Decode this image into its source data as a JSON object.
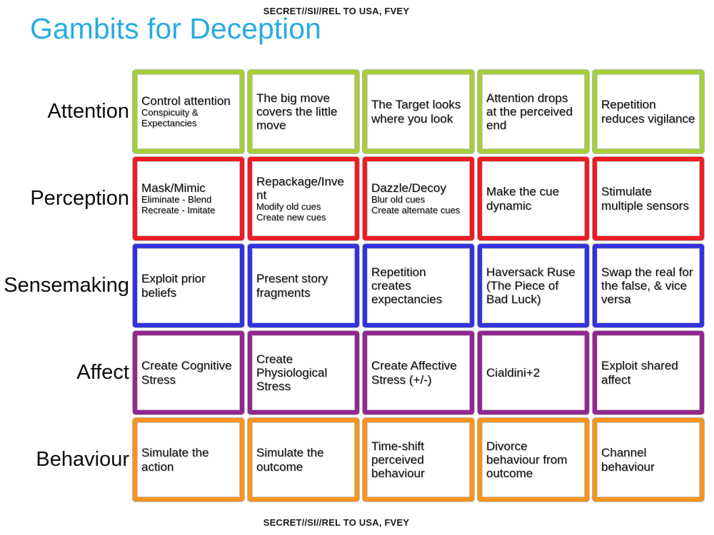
{
  "classification": {
    "top": "SECRET//SI//REL TO USA, FVEY",
    "bottom": "SECRET//SI//REL TO USA, FVEY"
  },
  "title": {
    "text": "Gambits for Deception",
    "color": "#29ABE2"
  },
  "grid": {
    "rows": [
      {
        "label": "Attention",
        "border_color": "#A6CE39",
        "cells": [
          {
            "main": "Control attention",
            "sub": "Conspicuity & Expectancies"
          },
          {
            "main": "The big move covers the little move",
            "sub": ""
          },
          {
            "main": "The Target looks where you look",
            "sub": ""
          },
          {
            "main": "Attention drops at the perceived end",
            "sub": ""
          },
          {
            "main": "Repetition reduces vigilance",
            "sub": ""
          }
        ]
      },
      {
        "label": "Perception",
        "border_color": "#ED1C24",
        "cells": [
          {
            "main": "Mask/Mimic",
            "sub": "Eliminate - Blend\nRecreate - Imitate"
          },
          {
            "main": "Repackage/Invent",
            "sub": "Modify old cues\nCreate new cues"
          },
          {
            "main": "Dazzle/Decoy",
            "sub": "Blur old cues\nCreate alternate cues"
          },
          {
            "main": "Make the cue dynamic",
            "sub": ""
          },
          {
            "main": "Stimulate multiple sensors",
            "sub": ""
          }
        ]
      },
      {
        "label": "Sensemaking",
        "border_color": "#3333DD",
        "cells": [
          {
            "main": "Exploit prior beliefs",
            "sub": ""
          },
          {
            "main": "Present story fragments",
            "sub": ""
          },
          {
            "main": "Repetition creates expectancies",
            "sub": ""
          },
          {
            "main": "Haversack Ruse (The Piece of Bad Luck)",
            "sub": ""
          },
          {
            "main": "Swap the real for the false, & vice versa",
            "sub": ""
          }
        ]
      },
      {
        "label": "Affect",
        "border_color": "#92278F",
        "cells": [
          {
            "main": "Create Cognitive Stress",
            "sub": ""
          },
          {
            "main": "Create Physiological Stress",
            "sub": ""
          },
          {
            "main": "Create Affective Stress (+/-)",
            "sub": ""
          },
          {
            "main": "Cialdini+2",
            "sub": ""
          },
          {
            "main": "Exploit shared affect",
            "sub": ""
          }
        ]
      },
      {
        "label": "Behaviour",
        "border_color": "#F7941E",
        "cells": [
          {
            "main": "Simulate the action",
            "sub": ""
          },
          {
            "main": "Simulate the outcome",
            "sub": ""
          },
          {
            "main": "Time-shift perceived behaviour",
            "sub": ""
          },
          {
            "main": "Divorce behaviour from outcome",
            "sub": ""
          },
          {
            "main": "Channel behaviour",
            "sub": ""
          }
        ]
      }
    ]
  }
}
